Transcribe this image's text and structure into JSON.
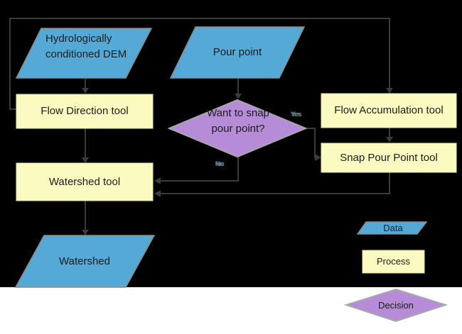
{
  "diagram": {
    "nodes": {
      "dem": {
        "label": "Hydrologically conditioned DEM",
        "type": "data"
      },
      "pour_point": {
        "label": "Pour point",
        "type": "data"
      },
      "flow_direction": {
        "label": "Flow Direction tool",
        "type": "process"
      },
      "flow_accumulation": {
        "label": "Flow Accumulation tool",
        "type": "process"
      },
      "snap_decision": {
        "label": "Want to snap pour point?",
        "type": "decision"
      },
      "snap_pour_point": {
        "label": "Snap Pour Point tool",
        "type": "process"
      },
      "watershed_tool": {
        "label": "Watershed tool",
        "type": "process"
      },
      "watershed": {
        "label": "Watershed",
        "type": "data"
      }
    },
    "edge_labels": {
      "yes": "Yes",
      "no": "No"
    },
    "edges": [
      {
        "from": "Hydrologically conditioned DEM",
        "to": "Flow Direction tool"
      },
      {
        "from": "Pour point",
        "to": "Want to snap pour point?"
      },
      {
        "from": "Flow Direction tool",
        "to": "Flow Accumulation tool"
      },
      {
        "from": "Flow Direction tool",
        "to": "Watershed tool"
      },
      {
        "from": "Flow Accumulation tool",
        "to": "Snap Pour Point tool"
      },
      {
        "from": "Want to snap pour point?",
        "to": "Snap Pour Point tool",
        "label": "Yes"
      },
      {
        "from": "Want to snap pour point?",
        "to": "Watershed tool",
        "label": "No"
      },
      {
        "from": "Snap Pour Point tool",
        "to": "Watershed tool"
      },
      {
        "from": "Watershed tool",
        "to": "Watershed"
      }
    ],
    "legend": {
      "data": "Data",
      "process": "Process",
      "decision": "Decision"
    },
    "colors": {
      "data_fill": "#54A9D6",
      "process_fill": "#FBFBC1",
      "decision_fill": "#B68CD8",
      "connector": "#3B3B3B"
    }
  }
}
